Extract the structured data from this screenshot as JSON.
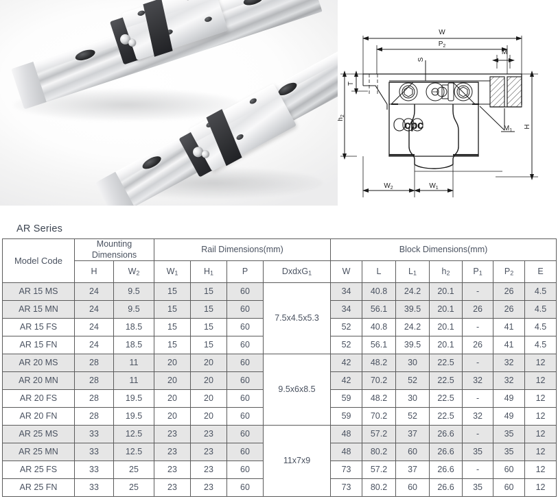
{
  "series_title": "AR Series",
  "photo": {
    "alt_name": "ar-series-linear-guide-photo",
    "description": "Two AR series linear guideways with carriage blocks"
  },
  "drawing": {
    "name": "block-cross-section-drawing",
    "brand_logo": "cpc",
    "dimension_labels": {
      "w": "W",
      "p2": "P",
      "p2_sub": "2",
      "m": "M",
      "s": "S",
      "t": "T",
      "h2": "h",
      "h2_sub": "2",
      "h": "H",
      "m1": "M",
      "m1_sub": "1",
      "w1": "W",
      "w1_sub": "1",
      "w2": "W",
      "w2_sub": "2"
    }
  },
  "table": {
    "group_headers": {
      "model_code": "Model Code",
      "mounting": "Mounting\nDimensions",
      "mounting_line1": "Mounting",
      "mounting_line2": "Dimensions",
      "rail": "Rail Dimensions(mm)",
      "block": "Block Dimensions(mm)"
    },
    "columns": [
      {
        "key": "model",
        "label": "Model Code",
        "sub": ""
      },
      {
        "key": "H",
        "label": "H",
        "sub": ""
      },
      {
        "key": "W2",
        "label": "W",
        "sub": "2"
      },
      {
        "key": "W1",
        "label": "W",
        "sub": "1"
      },
      {
        "key": "H1",
        "label": "H",
        "sub": "1"
      },
      {
        "key": "P",
        "label": "P",
        "sub": ""
      },
      {
        "key": "Dxdxg1",
        "label": "DxdxG",
        "sub": "1"
      },
      {
        "key": "W",
        "label": "W",
        "sub": ""
      },
      {
        "key": "L",
        "label": "L",
        "sub": ""
      },
      {
        "key": "L1",
        "label": "L",
        "sub": "1"
      },
      {
        "key": "h2",
        "label": "h",
        "sub": "2"
      },
      {
        "key": "P1",
        "label": "P",
        "sub": "1"
      },
      {
        "key": "P2",
        "label": "P",
        "sub": "2"
      },
      {
        "key": "E",
        "label": "E",
        "sub": ""
      }
    ],
    "dxd_groups": [
      {
        "value": "7.5x4.5x5.3",
        "rowspan": 4
      },
      {
        "value": "9.5x6x8.5",
        "rowspan": 4
      },
      {
        "value": "11x7x9",
        "rowspan": 4
      }
    ],
    "rows": [
      {
        "model": "AR 15 MS",
        "H": "24",
        "W2": "9.5",
        "W1": "15",
        "H1": "15",
        "P": "60",
        "W": "34",
        "L": "40.8",
        "L1": "24.2",
        "h2": "20.1",
        "P1": "-",
        "P2": "26",
        "E": "4.5",
        "shaded": true
      },
      {
        "model": "AR 15 MN",
        "H": "24",
        "W2": "9.5",
        "W1": "15",
        "H1": "15",
        "P": "60",
        "W": "34",
        "L": "56.1",
        "L1": "39.5",
        "h2": "20.1",
        "P1": "26",
        "P2": "26",
        "E": "4.5",
        "shaded": true
      },
      {
        "model": "AR 15 FS",
        "H": "24",
        "W2": "18.5",
        "W1": "15",
        "H1": "15",
        "P": "60",
        "W": "52",
        "L": "40.8",
        "L1": "24.2",
        "h2": "20.1",
        "P1": "-",
        "P2": "41",
        "E": "4.5",
        "shaded": false
      },
      {
        "model": "AR 15 FN",
        "H": "24",
        "W2": "18.5",
        "W1": "15",
        "H1": "15",
        "P": "60",
        "W": "52",
        "L": "56.1",
        "L1": "39.5",
        "h2": "20.1",
        "P1": "26",
        "P2": "41",
        "E": "4.5",
        "shaded": false
      },
      {
        "model": "AR 20 MS",
        "H": "28",
        "W2": "11",
        "W1": "20",
        "H1": "20",
        "P": "60",
        "W": "42",
        "L": "48.2",
        "L1": "30",
        "h2": "22.5",
        "P1": "-",
        "P2": "32",
        "E": "12",
        "shaded": true
      },
      {
        "model": "AR 20 MN",
        "H": "28",
        "W2": "11",
        "W1": "20",
        "H1": "20",
        "P": "60",
        "W": "42",
        "L": "70.2",
        "L1": "52",
        "h2": "22.5",
        "P1": "32",
        "P2": "32",
        "E": "12",
        "shaded": true
      },
      {
        "model": "AR 20 FS",
        "H": "28",
        "W2": "19.5",
        "W1": "20",
        "H1": "20",
        "P": "60",
        "W": "59",
        "L": "48.2",
        "L1": "30",
        "h2": "22.5",
        "P1": "-",
        "P2": "49",
        "E": "12",
        "shaded": false
      },
      {
        "model": "AR 20 FN",
        "H": "28",
        "W2": "19.5",
        "W1": "20",
        "H1": "20",
        "P": "60",
        "W": "59",
        "L": "70.2",
        "L1": "52",
        "h2": "22.5",
        "P1": "32",
        "P2": "49",
        "E": "12",
        "shaded": false
      },
      {
        "model": "AR 25 MS",
        "H": "33",
        "W2": "12.5",
        "W1": "23",
        "H1": "23",
        "P": "60",
        "W": "48",
        "L": "57.2",
        "L1": "37",
        "h2": "26.6",
        "P1": "-",
        "P2": "35",
        "E": "12",
        "shaded": true
      },
      {
        "model": "AR 25 MN",
        "H": "33",
        "W2": "12.5",
        "W1": "23",
        "H1": "23",
        "P": "60",
        "W": "48",
        "L": "80.2",
        "L1": "60",
        "h2": "26.6",
        "P1": "35",
        "P2": "35",
        "E": "12",
        "shaded": true
      },
      {
        "model": "AR 25 FS",
        "H": "33",
        "W2": "25",
        "W1": "23",
        "H1": "23",
        "P": "60",
        "W": "73",
        "L": "57.2",
        "L1": "37",
        "h2": "26.6",
        "P1": "-",
        "P2": "60",
        "E": "12",
        "shaded": false
      },
      {
        "model": "AR 25 FN",
        "H": "33",
        "W2": "25",
        "W1": "23",
        "H1": "23",
        "P": "60",
        "W": "73",
        "L": "80.2",
        "L1": "60",
        "h2": "26.6",
        "P1": "35",
        "P2": "60",
        "E": "12",
        "shaded": false
      }
    ]
  },
  "colors": {
    "text": "#4a5260",
    "border": "#5a5a5a",
    "row_shade": "#e6e6e6",
    "background": "#ffffff"
  }
}
